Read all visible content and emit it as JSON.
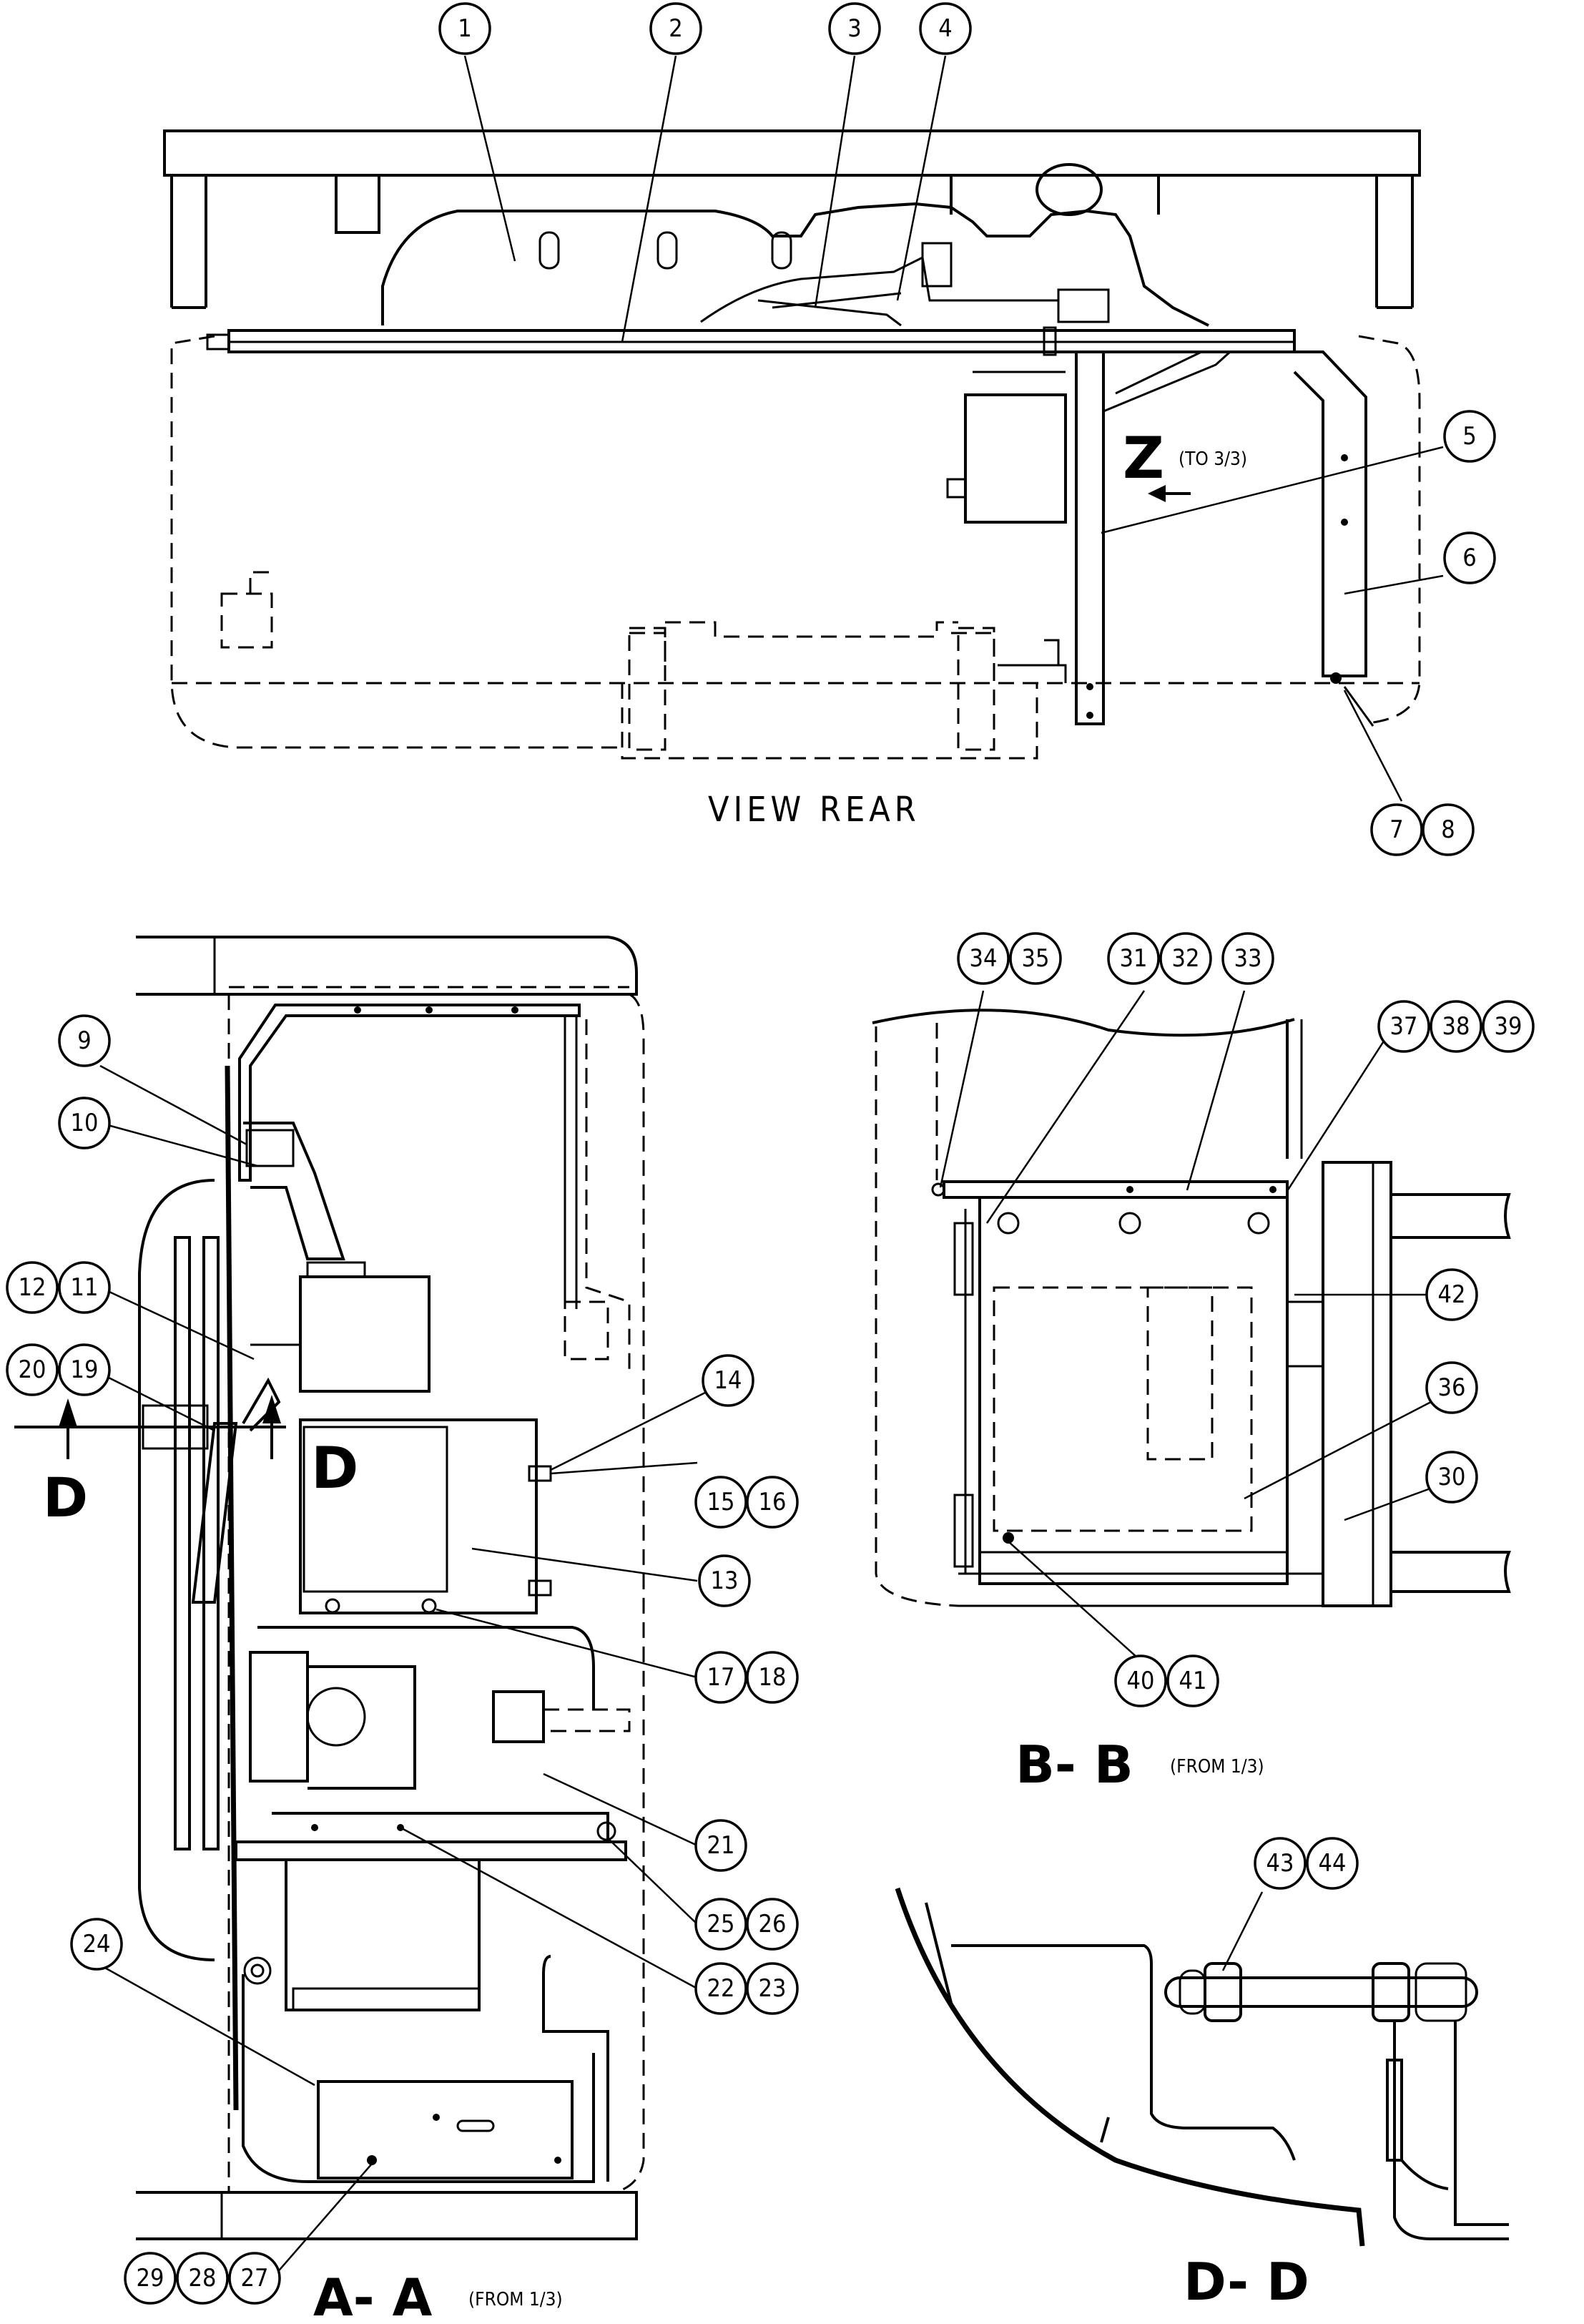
{
  "diagram": {
    "views": {
      "rear": {
        "title": "VIEW REAR"
      },
      "aa": {
        "title": "A- A",
        "from": "(FROM 1/3)"
      },
      "bb": {
        "title": "B- B",
        "from": "(FROM 1/3)"
      },
      "dd": {
        "title": "D- D"
      }
    },
    "z_marker": {
      "letter": "Z",
      "note": "(TO 3/3)"
    },
    "section_markers": {
      "d_letter": "D",
      "d_arrow_label": "D"
    },
    "callouts": {
      "c1": "1",
      "c2": "2",
      "c3": "3",
      "c4": "4",
      "c5": "5",
      "c6": "6",
      "c7": "7",
      "c8": "8",
      "c9": "9",
      "c10": "10",
      "c11": "11",
      "c12": "12",
      "c13": "13",
      "c14": "14",
      "c15": "15",
      "c16": "16",
      "c17": "17",
      "c18": "18",
      "c19": "19",
      "c20": "20",
      "c21": "21",
      "c22": "22",
      "c23": "23",
      "c24": "24",
      "c25": "25",
      "c26": "26",
      "c27": "27",
      "c28": "28",
      "c29": "29",
      "c30": "30",
      "c31": "31",
      "c32": "32",
      "c33": "33",
      "c34": "34",
      "c35": "35",
      "c36": "36",
      "c37": "37",
      "c38": "38",
      "c39": "39",
      "c40": "40",
      "c41": "41",
      "c42": "42",
      "c43": "43",
      "c44": "44"
    }
  }
}
